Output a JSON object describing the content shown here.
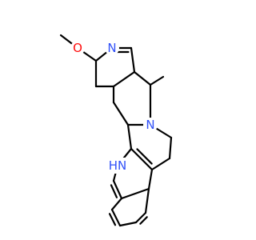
{
  "molecule": {
    "atoms": {
      "nitrogen_imine": {
        "label": "N",
        "color": "#3050F8"
      },
      "nitrogen_amine": {
        "label": "N",
        "color": "#3050F8"
      },
      "nitrogen_indole": {
        "label": "HN",
        "color": "#3050F8"
      },
      "oxygen_methoxy": {
        "label": "O",
        "color": "#FF0D0D"
      }
    },
    "bond_color": "#000000"
  }
}
